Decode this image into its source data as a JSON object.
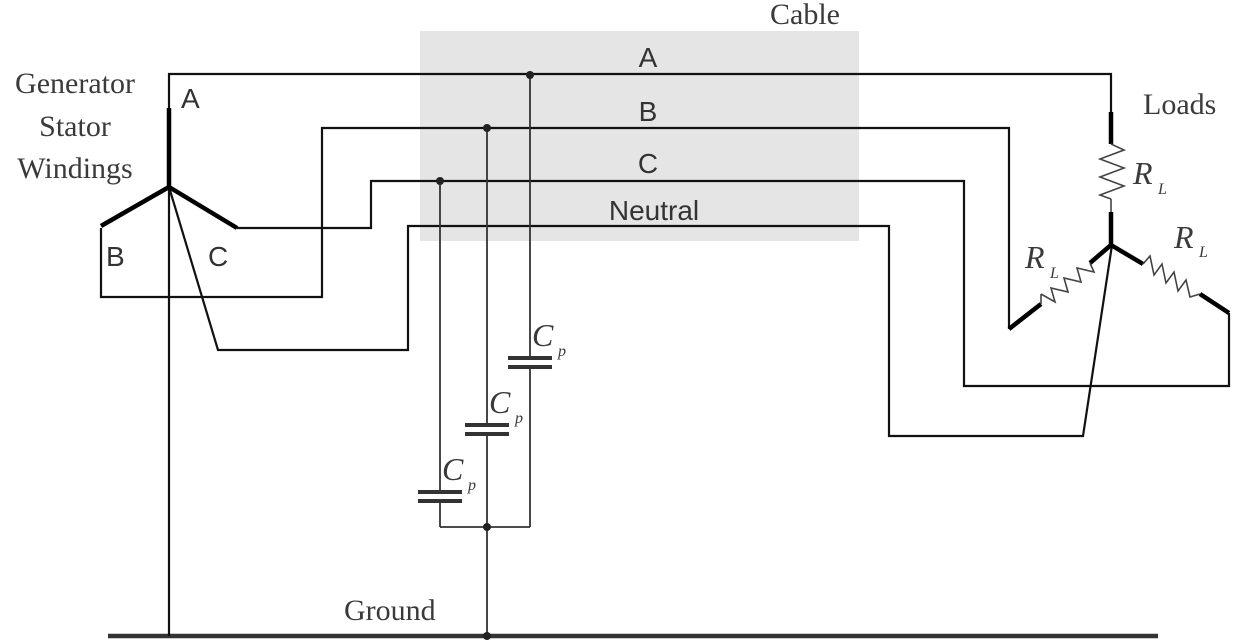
{
  "diagram": {
    "title": "Generator-Cable-Load three-phase circuit",
    "colors": {
      "cable_fill": "#e5e5e5",
      "wire": "#111111",
      "text": "#333333"
    },
    "labels": {
      "cable": "Cable",
      "generator_line1": "Generator",
      "generator_line2": "Stator",
      "generator_line3": "Windings",
      "gen_phase_a": "A",
      "gen_phase_b": "B",
      "gen_phase_c": "C",
      "cable_phase_a": "A",
      "cable_phase_b": "B",
      "cable_phase_c": "C",
      "cable_neutral": "Neutral",
      "loads": "Loads",
      "ground": "Ground"
    },
    "resistors": [
      {
        "symbol": "R",
        "subscript": "L"
      },
      {
        "symbol": "R",
        "subscript": "L"
      },
      {
        "symbol": "R",
        "subscript": "L"
      }
    ],
    "capacitors": [
      {
        "symbol": "C",
        "subscript": "p"
      },
      {
        "symbol": "C",
        "subscript": "p"
      },
      {
        "symbol": "C",
        "subscript": "p"
      }
    ]
  }
}
